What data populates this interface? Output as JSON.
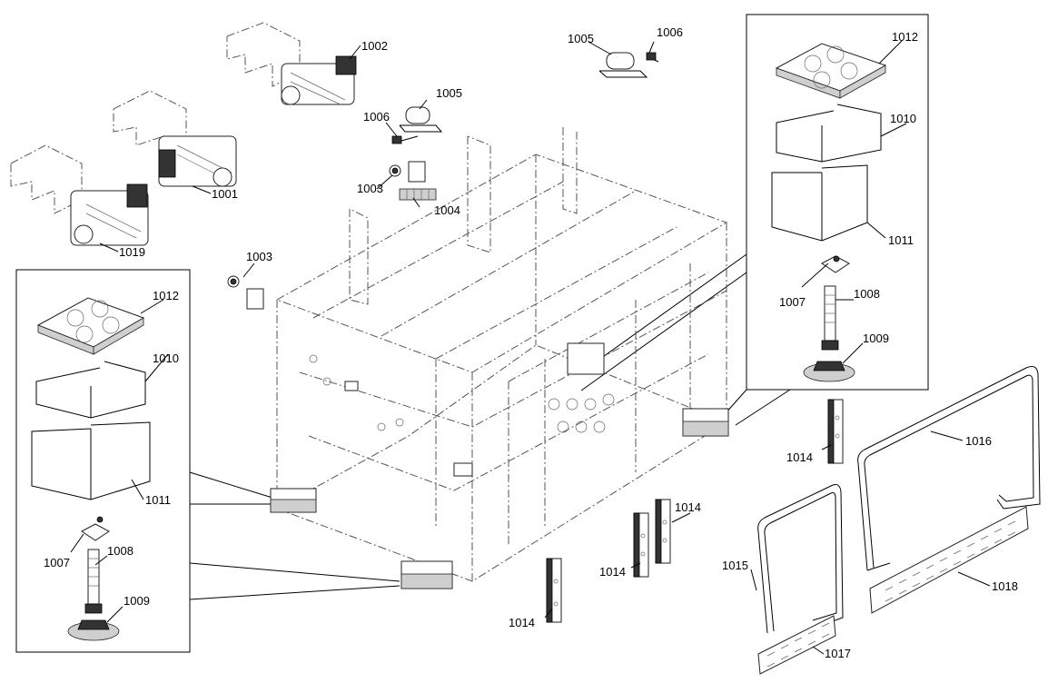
{
  "labels": {
    "l1001": "1001",
    "l1002": "1002",
    "l1003a": "1003",
    "l1003b": "1003",
    "l1004": "1004",
    "l1005a": "1005",
    "l1005b": "1005",
    "l1006a": "1006",
    "l1006b": "1006",
    "l1007a": "1007",
    "l1007b": "1007",
    "l1008a": "1008",
    "l1008b": "1008",
    "l1009a": "1009",
    "l1009b": "1009",
    "l1010a": "1010",
    "l1010b": "1010",
    "l1011a": "1011",
    "l1011b": "1011",
    "l1012a": "1012",
    "l1012b": "1012",
    "l1014a": "1014",
    "l1014b": "1014",
    "l1014c": "1014",
    "l1014d": "1014",
    "l1015": "1015",
    "l1016": "1016",
    "l1017": "1017",
    "l1018": "1018",
    "l1019": "1019"
  }
}
